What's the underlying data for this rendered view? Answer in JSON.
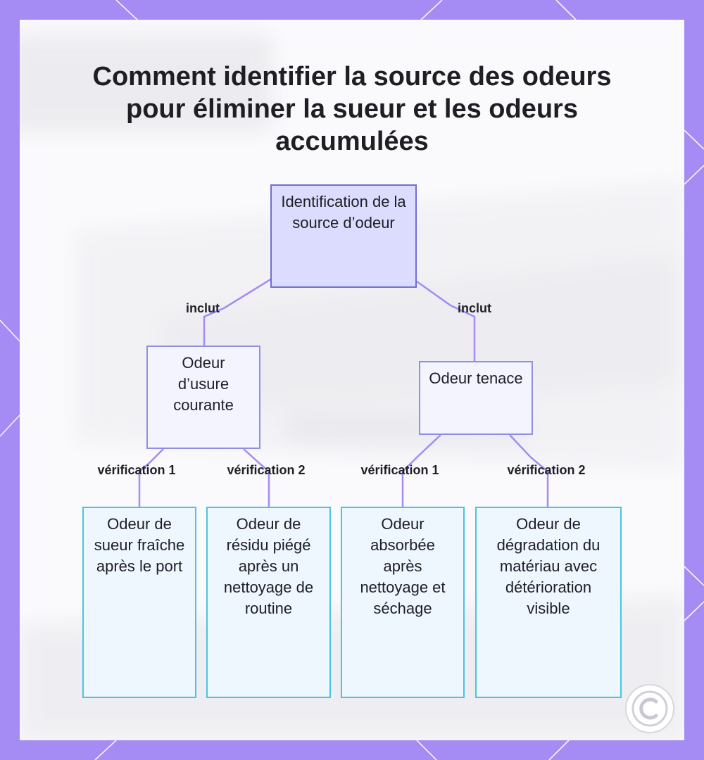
{
  "title": "Comment identifier la source des odeurs pour éliminer la sueur et les odeurs accumulées",
  "colors": {
    "frame": "#a58bf4",
    "card": "#fafafd",
    "root_fill": "#dcdcff",
    "root_border": "#6f6fd4",
    "mid_fill": "#f4f4ff",
    "mid_border": "#8f8fe4",
    "leaf_fill": "#edf7fd",
    "leaf_border": "#4cc3df",
    "connector": "#a58bf4"
  },
  "root": {
    "label": "Identification de la source d’odeur"
  },
  "branches": [
    {
      "edge_label": "inclut",
      "label": "Odeur d’usure courante",
      "children": [
        {
          "edge_label": "vérification 1",
          "label": "Odeur de sueur fraîche après le port"
        },
        {
          "edge_label": "vérification 2",
          "label": "Odeur de résidu piégé après un nettoyage de routine"
        }
      ]
    },
    {
      "edge_label": "inclut",
      "label": "Odeur tenace",
      "children": [
        {
          "edge_label": "vérification 1",
          "label": "Odeur absorbée après nettoyage et séchage"
        },
        {
          "edge_label": "vérification 2",
          "label": "Odeur de dégradation du matériau avec détérioration visible"
        }
      ]
    }
  ],
  "logo_icon": "circular-brand-logo-icon"
}
